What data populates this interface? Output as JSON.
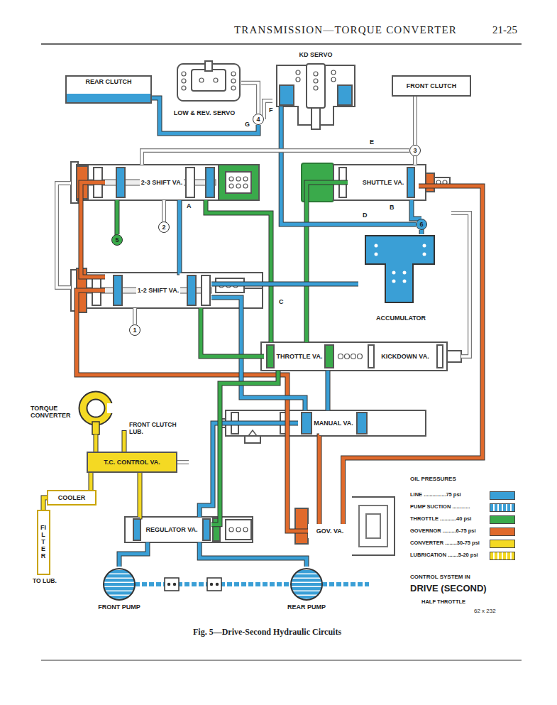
{
  "diagram": {
    "title": "TRANSMISSION—TORQUE CONVERTER",
    "caption": "Fig. 5—Drive-Second Hydraulic Circuits",
    "nodes": [
      {
        "text": [
          "REAR CLUTCH"
        ]
      },
      {
        "text": [
          "LOW & REV. SERVO"
        ]
      },
      {
        "text": [
          "KD SERVO"
        ]
      },
      {
        "text": [
          "FRONT CLUTCH"
        ]
      },
      {
        "text": [
          "4"
        ]
      },
      {
        "text": [
          "3"
        ]
      },
      {
        "text": [
          "2-3 SHIFT VA."
        ]
      },
      {
        "text": [
          "SHUTTLE VA."
        ]
      },
      {
        "text": [
          "2"
        ]
      },
      {
        "text": [
          "5"
        ]
      },
      {
        "text": [
          "6"
        ]
      },
      {
        "text": [
          "1-2 SHIFT VA."
        ]
      },
      {
        "text": [
          "ACCUMULATOR"
        ]
      },
      {
        "text": [
          "1"
        ]
      },
      {
        "text": [
          "THROTTLE VA."
        ]
      },
      {
        "text": [
          "KICKDOWN VA."
        ]
      },
      {
        "text": [
          "TORQUE CONVERTER"
        ]
      },
      {
        "text": [
          "T.C. CONTROL VA."
        ]
      },
      {
        "text": [
          "MANUAL VA."
        ]
      },
      {
        "text": [
          "COOLER"
        ]
      },
      {
        "text": [
          "FILTER"
        ]
      },
      {
        "text": [
          "REGULATOR VA."
        ]
      },
      {
        "text": [
          "GOV. VA."
        ]
      },
      {
        "text": [
          "FRONT PUMP"
        ]
      },
      {
        "text": [
          "REAR PUMP"
        ]
      }
    ],
    "edges": [
      {
        "from": 23,
        "to": 21,
        "arrow": "none"
      },
      {
        "from": 24,
        "to": 21,
        "arrow": "none"
      },
      {
        "from": 21,
        "to": 17,
        "arrow": "none"
      },
      {
        "from": 17,
        "to": 16,
        "arrow": "none"
      },
      {
        "from": 17,
        "to": 19,
        "arrow": "none"
      },
      {
        "from": 19,
        "to": 20,
        "arrow": "none"
      },
      {
        "from": 21,
        "to": 18,
        "arrow": "none"
      },
      {
        "from": 18,
        "to": 22,
        "arrow": "none"
      },
      {
        "from": 22,
        "to": 7,
        "arrow": "none"
      },
      {
        "from": 22,
        "to": 11,
        "arrow": "none"
      },
      {
        "from": 11,
        "to": 6,
        "arrow": "none"
      },
      {
        "from": 18,
        "to": 11,
        "arrow": "none"
      },
      {
        "from": 18,
        "to": 14,
        "arrow": "none"
      },
      {
        "from": 14,
        "to": 6,
        "arrow": "none"
      },
      {
        "from": 14,
        "to": 11,
        "arrow": "none"
      },
      {
        "from": 14,
        "to": 7,
        "arrow": "none"
      },
      {
        "from": 11,
        "to": 6,
        "arrow": "none"
      },
      {
        "from": 0,
        "to": 4,
        "arrow": "none"
      },
      {
        "from": 4,
        "to": 1,
        "arrow": "none"
      },
      {
        "from": 4,
        "to": 2,
        "arrow": "none"
      },
      {
        "from": 2,
        "to": 10,
        "arrow": "none"
      },
      {
        "from": 10,
        "to": 12,
        "arrow": "none"
      },
      {
        "from": 10,
        "to": 7,
        "arrow": "none"
      },
      {
        "from": 12,
        "to": 11,
        "arrow": "none"
      },
      {
        "from": 3,
        "to": 5,
        "arrow": "none"
      },
      {
        "from": 5,
        "to": 7,
        "arrow": "none"
      },
      {
        "from": 5,
        "to": 6,
        "arrow": "none"
      },
      {
        "from": 9,
        "to": 6,
        "arrow": "none"
      },
      {
        "from": 13,
        "to": 11,
        "arrow": "none"
      },
      {
        "from": 8,
        "to": 6,
        "arrow": "none"
      },
      {
        "from": 21,
        "to": 14,
        "arrow": "none"
      }
    ],
    "labels": [
      "21-25",
      "A",
      "B",
      "C",
      "D",
      "E",
      "F",
      "G",
      "FRONT CLUTCH LUB.",
      "TO LUB.",
      "OIL PRESSURES",
      "CONTROL SYSTEM IN",
      "DRIVE (SECOND)",
      "HALF THROTTLE",
      "62 x 232"
    ],
    "legend": [
      {
        "text": "LINE ...............75 psi",
        "color": "#3a9fd6"
      },
      {
        "text": "PUMP SUCTION ............"
      },
      {
        "text": "THROTTLE ...........40 psi",
        "color": "#3aaa4b"
      },
      {
        "text": "GOVERNOR .........6-75 psi",
        "color": "#e06a2c"
      },
      {
        "text": "CONVERTER ........30-75 psi",
        "color": "#f4d923"
      },
      {
        "text": "LUBRICATION .......5-20 psi"
      }
    ]
  }
}
